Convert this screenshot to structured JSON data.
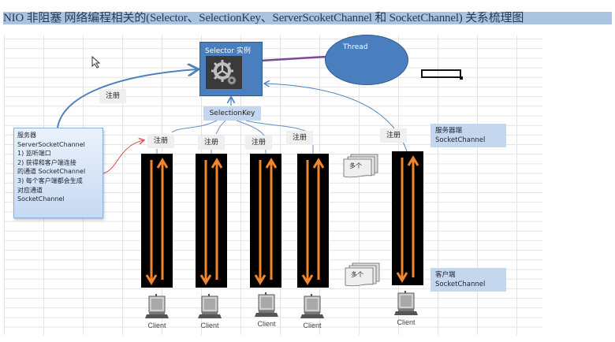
{
  "title": "NIO 非阻塞 网络编程相关的(Selector、SelectionKey、ServerScoketChannel 和 SocketChannel) 关系梳理图",
  "selector": {
    "label": "Selector 实例",
    "icon": "gear-icon"
  },
  "thread": {
    "label": "Thread"
  },
  "selection_key": {
    "label": "SelectionKey"
  },
  "register_label": "注册",
  "register_labels": [
    "注册",
    "注册",
    "注册",
    "注册",
    "注册",
    "注册"
  ],
  "server_box": {
    "lines": [
      "服务器",
      "ServerSocketChannel",
      "1) 监听端口",
      "2)  获得和客户端连接",
      "的通道 SocketChannel",
      "3) 每个客户端都会生成",
      "对应通道",
      "SocketChannel"
    ]
  },
  "server_side": {
    "title": "服务器端",
    "subtitle": "SocketChannel"
  },
  "client_side": {
    "title": "客户端",
    "subtitle": "SocketChannel"
  },
  "many_label": "多个",
  "many_labels": [
    "多个",
    "多个"
  ],
  "clients": [
    "Client",
    "Client",
    "Client",
    "Client",
    "Client"
  ],
  "colors": {
    "shape_blue": "#4a7ebf",
    "light_blue": "#c5d7ef",
    "arrow_orange": "#f0862e",
    "connector_purple": "#7a4a9a",
    "curve_red": "#d9534f"
  }
}
